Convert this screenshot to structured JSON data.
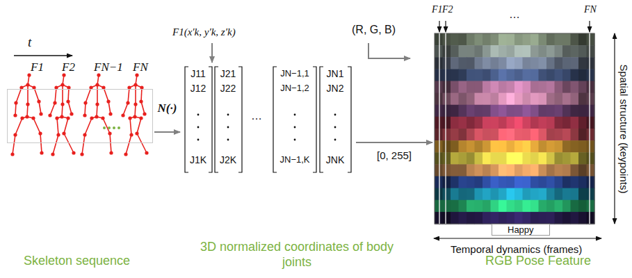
{
  "diagram": {
    "nodes": [
      {
        "text": [
          "F1",
          "F2",
          "FN−1",
          "FN"
        ]
      },
      {
        "text": [
          "J11",
          "J12",
          "J1K",
          "J21",
          "J22",
          "J2K",
          "JN−1,1",
          "JN−1,2",
          "JN−1,K",
          "JN1",
          "JN2",
          "JNK"
        ]
      },
      {
        "text": [
          "Happy"
        ]
      }
    ],
    "edges": [
      {
        "from": 0,
        "to": 1,
        "arrow": "to",
        "label": "N(·)"
      },
      {
        "from": 1,
        "to": 2,
        "arrow": "to",
        "label": "[0, 255]"
      }
    ],
    "labels": [
      "t",
      "F1(x′k, y′k, z′k)",
      "…",
      "(R, G, B)",
      "F1",
      "F2",
      "…",
      "FN",
      "Spatial structure (keypoints)",
      "Temporal dynamics (frames)",
      "Skeleton sequence",
      "3D normalized coordinates of body joints",
      "RGB Pose Feature"
    ]
  }
}
